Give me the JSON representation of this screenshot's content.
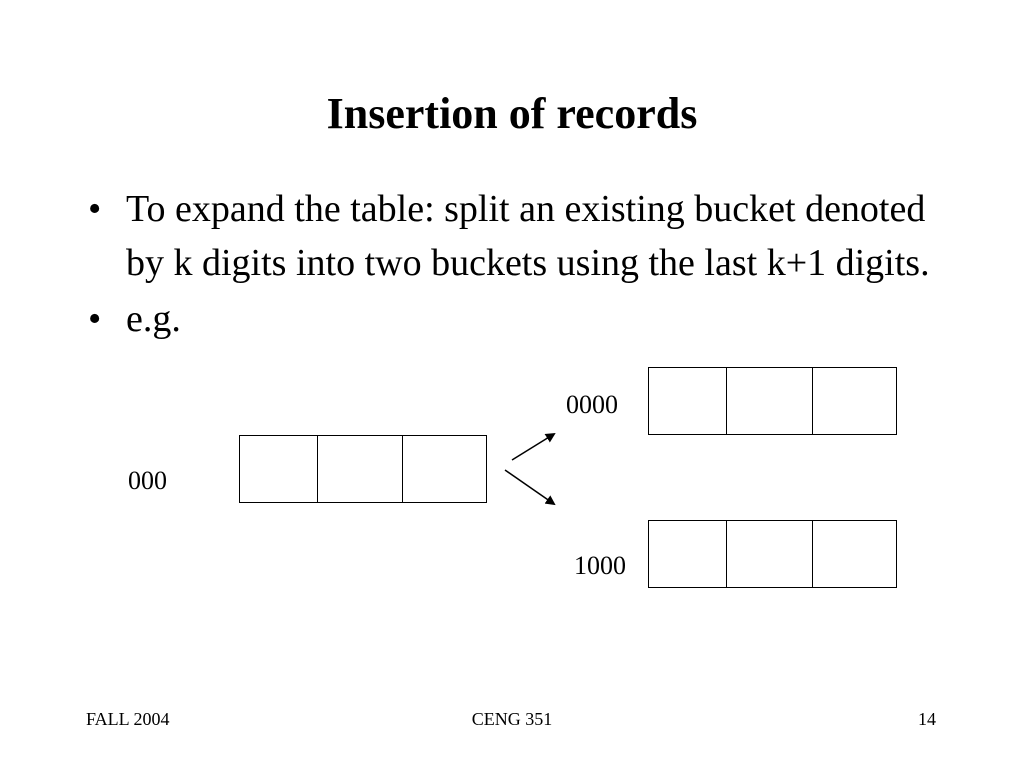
{
  "slide": {
    "title": "Insertion of records",
    "bullets": [
      "To expand the table: split an existing bucket denoted by k digits into two buckets using the last k+1 digits.",
      "e.g."
    ]
  },
  "diagram": {
    "source_bucket": {
      "label": "000"
    },
    "target_buckets": [
      {
        "label": "0000"
      },
      {
        "label": "1000"
      }
    ]
  },
  "footer": {
    "left": "FALL 2004",
    "center": "CENG 351",
    "right": "14"
  }
}
